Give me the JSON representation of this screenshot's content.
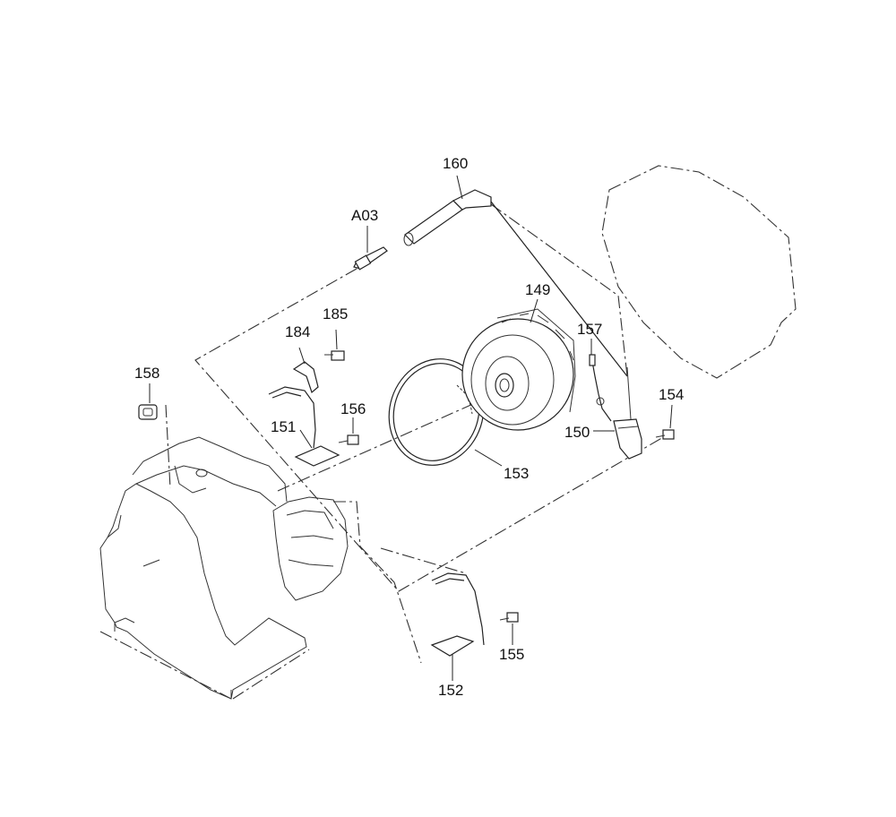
{
  "diagram": {
    "parts": [
      {
        "id": "p160",
        "label": "160",
        "name": "spark-plug-cap"
      },
      {
        "id": "pA03",
        "label": "A03",
        "name": "spark-plug"
      },
      {
        "id": "p149",
        "label": "149",
        "name": "flywheel"
      },
      {
        "id": "p185",
        "label": "185",
        "name": "bolt"
      },
      {
        "id": "p184",
        "label": "184",
        "name": "bracket"
      },
      {
        "id": "p157",
        "label": "157",
        "name": "lead-wire"
      },
      {
        "id": "p158",
        "label": "158",
        "name": "grommet"
      },
      {
        "id": "p154",
        "label": "154",
        "name": "coil-screw"
      },
      {
        "id": "p156",
        "label": "156",
        "name": "coil-screw"
      },
      {
        "id": "p151",
        "label": "151",
        "name": "pulser-coil"
      },
      {
        "id": "p150",
        "label": "150",
        "name": "ignition-coil"
      },
      {
        "id": "p153",
        "label": "153",
        "name": "ring-gear"
      },
      {
        "id": "p155",
        "label": "155",
        "name": "screw"
      },
      {
        "id": "p152",
        "label": "152",
        "name": "charge-coil"
      }
    ]
  }
}
